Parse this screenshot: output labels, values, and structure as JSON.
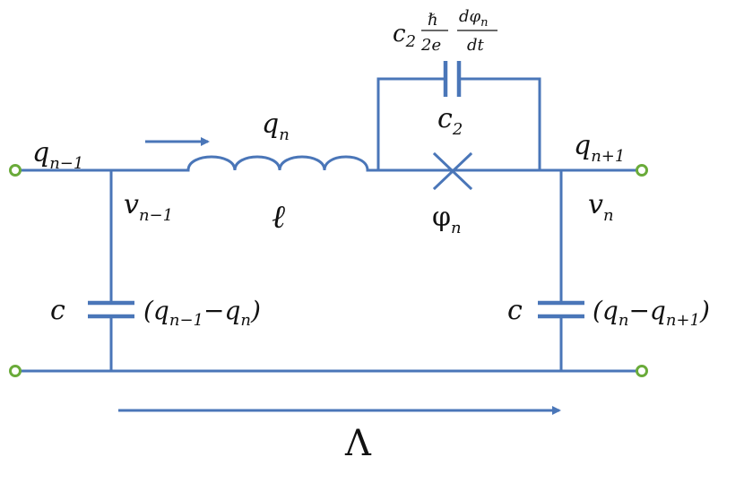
{
  "colors": {
    "wire": "#4a76b8",
    "terminal": "#6aab3a",
    "text": "#111111"
  },
  "labels": {
    "q_prev": "q",
    "q_prev_sub": "n−1",
    "v_prev": "v",
    "v_prev_sub": "n−1",
    "q_n": "q",
    "q_n_sub": "n",
    "inductor": "ℓ",
    "c2_top": "c",
    "c2_top_sub": "2",
    "hbar": "ℏ",
    "two_e": "2e",
    "dphi": "dφ",
    "dphi_sub": "n",
    "dt": "dt",
    "c2_cap": "c",
    "c2_cap_sub": "2",
    "phi": "φ",
    "phi_sub": "n",
    "q_next": "q",
    "q_next_sub": "n+1",
    "v_n": "v",
    "v_n_sub": "n",
    "c_left": "c",
    "charge_left_open": "(q",
    "charge_left_sub1": "n−1",
    "charge_left_minus": "−q",
    "charge_left_sub2": "n",
    "charge_left_close": ")",
    "c_right": "c",
    "charge_right_open": "(q",
    "charge_right_sub1": "n",
    "charge_right_minus": "−q",
    "charge_right_sub2": "n+1",
    "charge_right_close": ")",
    "lambda": "Λ"
  }
}
